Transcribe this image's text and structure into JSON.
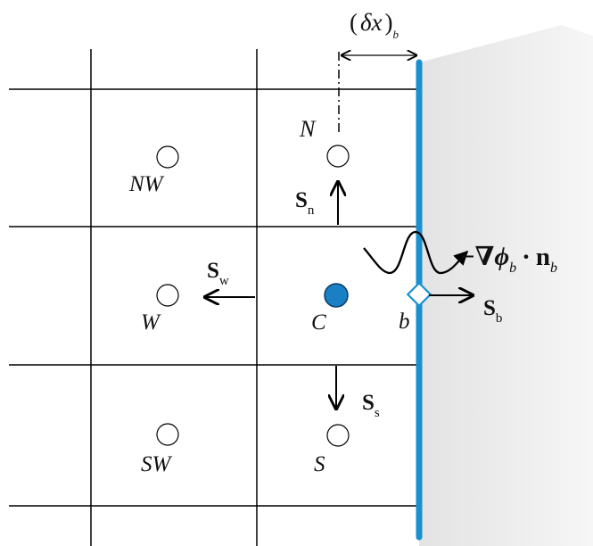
{
  "colors": {
    "grid": "#000000",
    "wall": "#1a90d0",
    "center_fill": "#1a7fc4",
    "center_stroke": "#0b3d66",
    "solid_region": "#ebebeb",
    "marker": "#1a90d0"
  },
  "nodes": {
    "N": "N",
    "NW": "NW",
    "W": "W",
    "C": "C",
    "SW": "SW",
    "S": "S",
    "b": "b"
  },
  "vectors": {
    "north": {
      "sym": "S",
      "sub": "n"
    },
    "west": {
      "sym": "S",
      "sub": "w"
    },
    "south": {
      "sym": "S",
      "sub": "s"
    },
    "boundary": {
      "sym": "S",
      "sub": "b"
    }
  },
  "dimension": {
    "open": "(",
    "sym": "δx",
    "close": ")",
    "sub": "b"
  },
  "flux": {
    "minus": "−",
    "nabla": "∇",
    "phi": "ϕ",
    "phi_sub": "b",
    "dot": "·",
    "n": "n",
    "n_sub": "b"
  }
}
